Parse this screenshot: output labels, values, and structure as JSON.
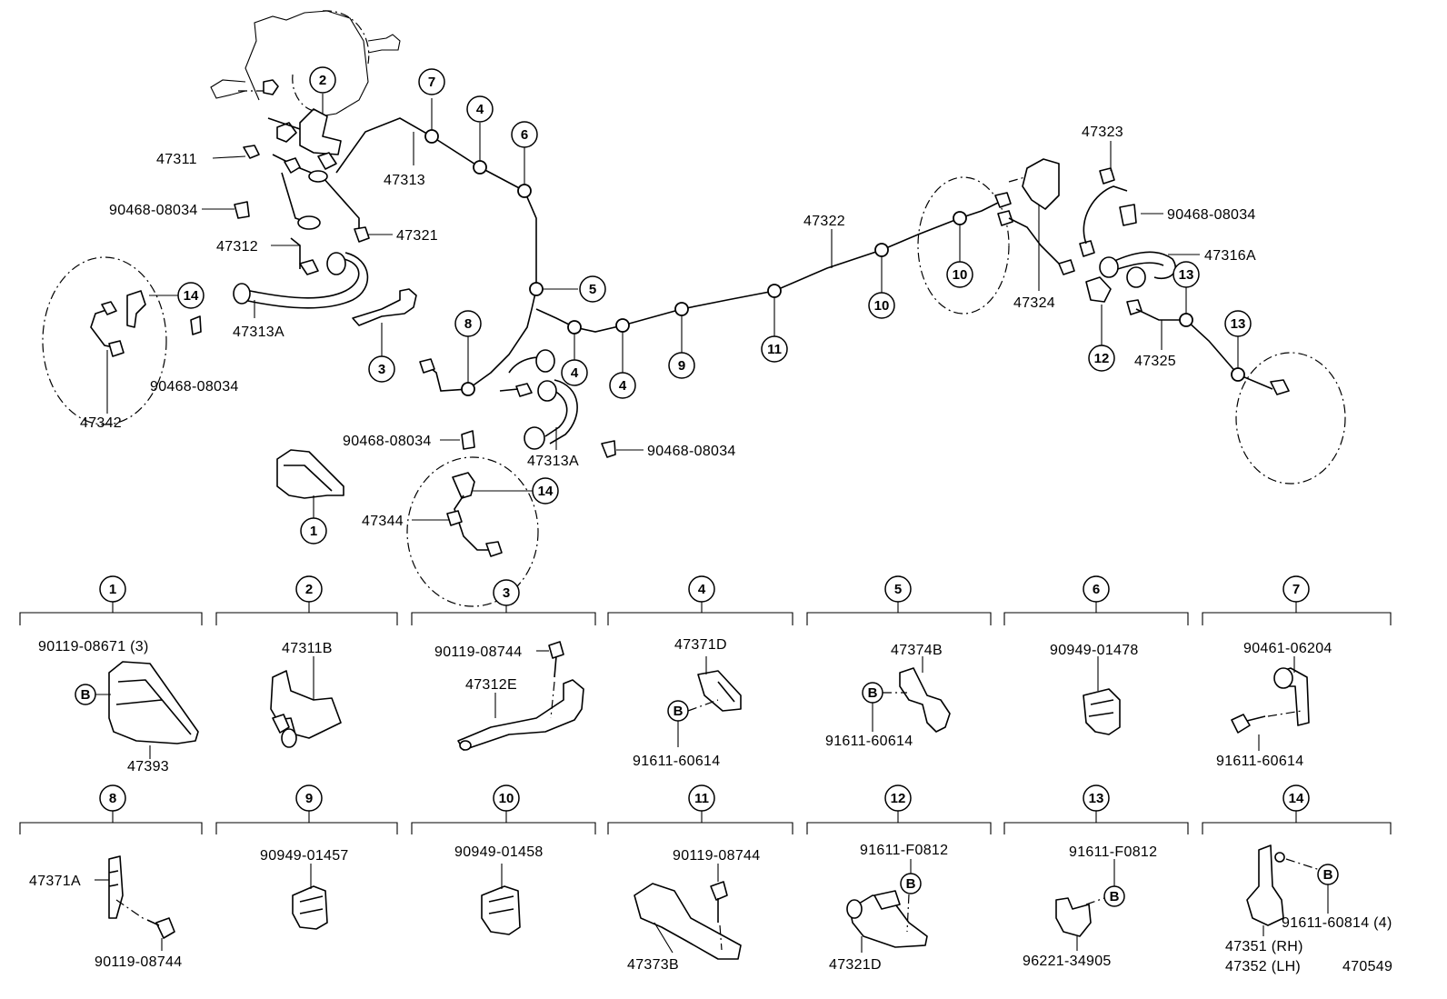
{
  "labels": {
    "l47311": "47311",
    "l47313": "47313",
    "l90468_a": "90468-08034",
    "l47312": "47312",
    "l47321": "47321",
    "l47313A_a": "47313A",
    "l90468_b": "90468-08034",
    "l47342": "47342",
    "l47322": "47322",
    "l47323": "47323",
    "l90468_c": "90468-08034",
    "l47316A": "47316A",
    "l47324": "47324",
    "l47325": "47325",
    "l90468_d": "90468-08034",
    "l47313A_b": "47313A",
    "l90468_e": "90468-08034",
    "l47344": "47344"
  },
  "callouts": {
    "c2": "2",
    "c7": "7",
    "c4a": "4",
    "c6": "6",
    "c5": "5",
    "c8": "8",
    "c3": "3",
    "c4b": "4",
    "c4c": "4",
    "c9": "9",
    "c11": "11",
    "c10a": "10",
    "c10b": "10",
    "c13a": "13",
    "c13b": "13",
    "c12": "12",
    "c14a": "14",
    "c14b": "14",
    "c1": "1"
  },
  "details": {
    "d1": {
      "num": "1",
      "parts": [
        "90119-08671 (3)",
        "47393"
      ]
    },
    "d2": {
      "num": "2",
      "parts": [
        "47311B"
      ]
    },
    "d3": {
      "num": "3",
      "parts": [
        "90119-08744",
        "47312E"
      ]
    },
    "d4": {
      "num": "4",
      "parts": [
        "47371D",
        "91611-60614"
      ]
    },
    "d5": {
      "num": "5",
      "parts": [
        "47374B",
        "91611-60614"
      ]
    },
    "d6": {
      "num": "6",
      "parts": [
        "90949-01478"
      ]
    },
    "d7": {
      "num": "7",
      "parts": [
        "90461-06204",
        "91611-60614"
      ]
    },
    "d8": {
      "num": "8",
      "parts": [
        "47371A",
        "90119-08744"
      ]
    },
    "d9": {
      "num": "9",
      "parts": [
        "90949-01457"
      ]
    },
    "d10": {
      "num": "10",
      "parts": [
        "90949-01458"
      ]
    },
    "d11": {
      "num": "11",
      "parts": [
        "90119-08744",
        "47373B"
      ]
    },
    "d12": {
      "num": "12",
      "parts": [
        "91611-F0812",
        "47321D"
      ]
    },
    "d13": {
      "num": "13",
      "parts": [
        "91611-F0812",
        "96221-34905"
      ]
    },
    "d14": {
      "num": "14",
      "parts": [
        "91611-60814 (4)",
        "47351 (RH)",
        "47352 (LH)"
      ]
    }
  },
  "bolt_marker": "B",
  "diagram_id": "470549"
}
